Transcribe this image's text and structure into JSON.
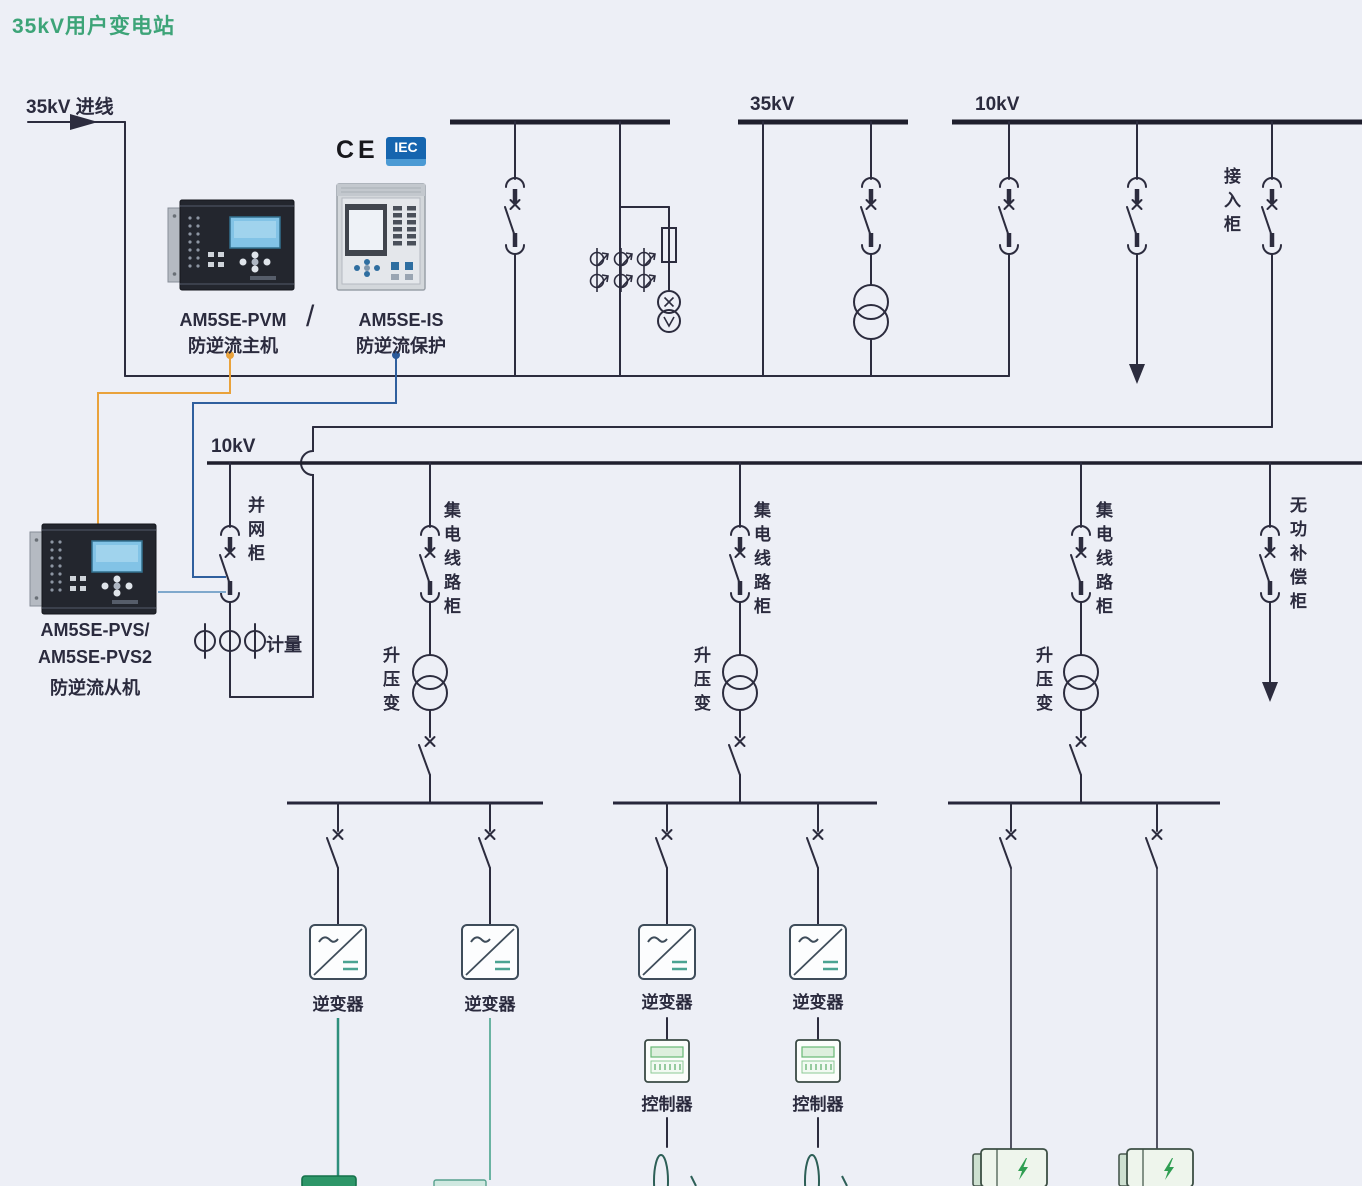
{
  "title": "35kV用户变电站",
  "colors": {
    "background": "#edeff6",
    "line": "#2c2c3e",
    "title_green": "#3da478",
    "orange_wire": "#e9a23b",
    "blue_wire": "#2f5f9e",
    "teal": "#2e8f7c",
    "green_energy": "#2f9e52",
    "iec_blue": "#1565af"
  },
  "top_section": {
    "incoming_label": "35kV 进线",
    "bus_35kv_label": "35kV",
    "bus_10kv_label": "10kV",
    "access_cabinet_label": "接入柜"
  },
  "protection_devices": {
    "pvm_model": "AM5SE-PVM",
    "pvm_desc": "防逆流主机",
    "separator": "/",
    "is_model": "AM5SE-IS",
    "is_desc": "防逆流保护",
    "pvs_model_line1": "AM5SE-PVS/",
    "pvs_model_line2": "AM5SE-PVS2",
    "pvs_desc": "防逆流从机"
  },
  "certifications": {
    "ce": "CE",
    "iec": "IEC"
  },
  "pv_section": {
    "bus_10kv_label": "10kV",
    "grid_tie_cabinet_label": "并网柜",
    "metering_label": "计量",
    "collector_cabinet_labels": [
      "集电线路柜",
      "集电线路柜",
      "集电线路柜"
    ],
    "stepup_transformer_labels": [
      "升压变",
      "升压变",
      "升压变"
    ],
    "reactive_comp_cabinet_label": "无功补偿柜"
  },
  "bottom_section": {
    "inverter_labels": [
      "逆变器",
      "逆变器",
      "逆变器",
      "逆变器"
    ],
    "controller_labels": [
      "控制器",
      "控制器"
    ]
  }
}
